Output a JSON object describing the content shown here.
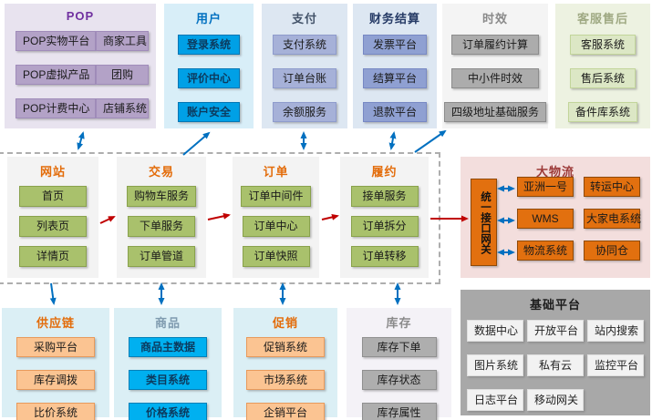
{
  "colors": {
    "arrow_blue": "#0070c0",
    "arrow_red": "#c00000",
    "pop_accent": "#7030a0",
    "user_accent": "#00a0e6",
    "middle_accent": "#e36c0a",
    "logistics_accent": "#e2700f",
    "product_accent": "#00b0f0"
  },
  "panels": {
    "pop": {
      "title": "POP",
      "items": [
        "POP实物平台",
        "商家工具",
        "POP虚拟产品",
        "团购",
        "POP计费中心",
        "店铺系统"
      ]
    },
    "user": {
      "title": "用户",
      "items": [
        "登录系统",
        "评价中心",
        "账户安全"
      ]
    },
    "payment": {
      "title": "支付",
      "items": [
        "支付系统",
        "订单台账",
        "余额服务"
      ]
    },
    "finance": {
      "title": "财务结算",
      "items": [
        "发票平台",
        "结算平台",
        "退款平台"
      ]
    },
    "sla": {
      "title": "时效",
      "items": [
        "订单履约计算",
        "中小件时效",
        "四级地址基础服务"
      ]
    },
    "service": {
      "title": "客服售后",
      "items": [
        "客服系统",
        "售后系统",
        "备件库系统"
      ]
    },
    "website": {
      "title": "网站",
      "items": [
        "首页",
        "列表页",
        "详情页"
      ]
    },
    "trade": {
      "title": "交易",
      "items": [
        "购物车服务",
        "下单服务",
        "订单管道"
      ]
    },
    "order": {
      "title": "订单",
      "items": [
        "订单中间件",
        "订单中心",
        "订单快照"
      ]
    },
    "fulfill": {
      "title": "履约",
      "items": [
        "接单服务",
        "订单拆分",
        "订单转移"
      ]
    },
    "logistics": {
      "title": "大物流",
      "gateway": "统一接口网关",
      "items": [
        "亚洲一号",
        "转运中心",
        "WMS",
        "大家电系统",
        "物流系统",
        "协同仓"
      ]
    },
    "supply": {
      "title": "供应链",
      "items": [
        "采购平台",
        "库存调拨",
        "比价系统"
      ]
    },
    "product": {
      "title": "商品",
      "items": [
        "商品主数据",
        "类目系统",
        "价格系统"
      ]
    },
    "promotion": {
      "title": "促销",
      "items": [
        "促销系统",
        "市场系统",
        "企销平台"
      ]
    },
    "inventory": {
      "title": "库存",
      "items": [
        "库存下单",
        "库存状态",
        "库存属性"
      ]
    },
    "base": {
      "title": "基础平台",
      "items": [
        "数据中心",
        "开放平台",
        "站内搜索",
        "图片系统",
        "私有云",
        "监控平台",
        "日志平台",
        "移动网关"
      ]
    }
  }
}
